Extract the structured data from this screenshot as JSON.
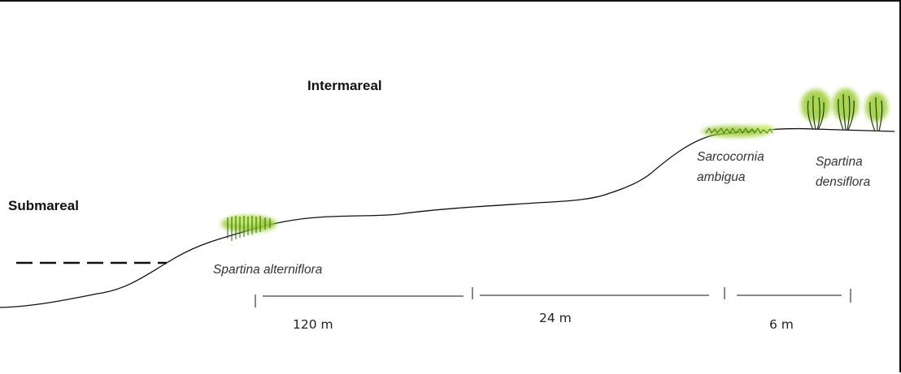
{
  "zones": {
    "intertidal": "Intermareal",
    "subtidal": "Submareal"
  },
  "species": {
    "spartina_alterniflora": "Spartina alterniflora",
    "sarcocornia_line1": "Sarcocornia",
    "sarcocornia_line2": "ambigua",
    "spartina_densiflora_line1": "Spartina",
    "spartina_densiflora_line2": "densiflora"
  },
  "distances": {
    "segment1": "120 m",
    "segment2": "24 m",
    "segment3": "6 m"
  },
  "colors": {
    "vegetation": "#9acd32",
    "vegetation_light": "#c8ef6e",
    "profile_line": "#111111"
  }
}
